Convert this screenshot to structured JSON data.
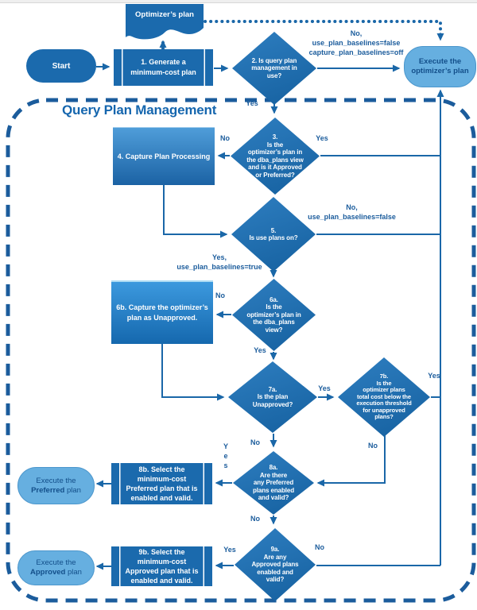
{
  "title": "Query Plan Management",
  "colors": {
    "shape_dark_blue": "#1b6aad",
    "shape_gradient_top": "#4f9dd9",
    "shape_gradient_bottom": "#15609f",
    "light_oval_fill": "#66afe0",
    "light_oval_text": "#134f8a",
    "connector": "#1a67a8",
    "label_text": "#1b5c9c",
    "title_text": "#1566ae"
  },
  "nodes": {
    "optimizers_plan": {
      "lines": [
        [
          "Optimizer’s plan"
        ]
      ]
    },
    "start": {
      "lines": [
        [
          "Start"
        ]
      ]
    },
    "n1": {
      "lines": [
        [
          "1. Generate a"
        ],
        [
          "minimum-cost plan"
        ]
      ]
    },
    "n2": {
      "lines": [
        [
          "2. Is query plan"
        ],
        [
          "management in"
        ],
        [
          "use?"
        ]
      ]
    },
    "exec_optimizer": {
      "lines": [
        [
          {
            "t": "Execute the",
            "b": true
          }
        ],
        [
          {
            "t": "optimizer’s plan",
            "b": true
          }
        ]
      ]
    },
    "n3": {
      "lines": [
        [
          "3."
        ],
        [
          "Is the"
        ],
        [
          "optimizer’s plan in"
        ],
        [
          "the ",
          {
            "t": "dba_plans",
            "b": true
          },
          " view"
        ],
        [
          "and is it ",
          {
            "t": "Approved",
            "b": true
          }
        ],
        [
          "or ",
          {
            "t": "Preferred?",
            "b": true
          }
        ]
      ]
    },
    "n4": {
      "lines": [
        [
          "4. Capture Plan Processing"
        ]
      ]
    },
    "n5": {
      "lines": [
        [
          "5."
        ],
        [
          "Is use plans on?"
        ]
      ]
    },
    "n6a": {
      "lines": [
        [
          "6a."
        ],
        [
          "Is the"
        ],
        [
          "optimizer’s plan in"
        ],
        [
          "the ",
          {
            "t": "dba_plans",
            "b": true
          }
        ],
        [
          "view?"
        ]
      ]
    },
    "n6b": {
      "lines": [
        [
          "6b. Capture the optimizer’s"
        ],
        [
          "plan as ",
          {
            "t": "Unapproved.",
            "b": true
          }
        ]
      ]
    },
    "n7a": {
      "lines": [
        [
          "7a."
        ],
        [
          "Is the plan"
        ],
        [
          {
            "t": "Unapproved?",
            "b": true
          }
        ]
      ]
    },
    "n7b": {
      "lines": [
        [
          "7b."
        ],
        [
          "Is the"
        ],
        [
          "optimizer plans"
        ],
        [
          "total cost below the"
        ],
        [
          "execution threshold"
        ],
        [
          "for unapproved"
        ],
        [
          "plans?"
        ]
      ]
    },
    "n8a": {
      "lines": [
        [
          "8a."
        ],
        [
          "Are there"
        ],
        [
          "any ",
          {
            "t": "Preferred",
            "b": true
          }
        ],
        [
          "plans enabled"
        ],
        [
          "and valid?"
        ]
      ]
    },
    "n8b": {
      "lines": [
        [
          "8b. Select the"
        ],
        [
          "minimum-cost"
        ],
        [
          {
            "t": "Preferred",
            "b": true
          },
          " plan that is"
        ],
        [
          "enabled and valid."
        ]
      ]
    },
    "exec_preferred": {
      "lines": [
        [
          "Execute the"
        ],
        [
          {
            "t": "Preferred",
            "b": true
          },
          " plan"
        ]
      ]
    },
    "n9a": {
      "lines": [
        [
          "9a."
        ],
        [
          "Are any"
        ],
        [
          {
            "t": "Approved",
            "b": true
          },
          " plans"
        ],
        [
          "enabled and"
        ],
        [
          "valid?"
        ]
      ]
    },
    "n9b": {
      "lines": [
        [
          "9b. Select the"
        ],
        [
          "minimum-cost"
        ],
        [
          {
            "t": "Approved",
            "b": true
          },
          " plan that is"
        ],
        [
          "enabled and valid."
        ]
      ]
    },
    "exec_approved": {
      "lines": [
        [
          "Execute the"
        ],
        [
          {
            "t": "Approved",
            "b": true
          },
          " plan"
        ]
      ]
    }
  },
  "labels": {
    "no_2": {
      "lines": [
        [
          "No,"
        ],
        [
          "use_plan_baselines=false"
        ],
        [
          "capture_plan_baselines=off"
        ]
      ]
    },
    "yes_2": {
      "lines": [
        [
          "Yes"
        ]
      ]
    },
    "no_3": {
      "lines": [
        [
          "No"
        ]
      ]
    },
    "yes_3": {
      "lines": [
        [
          "Yes"
        ]
      ]
    },
    "no_5": {
      "lines": [
        [
          "No,"
        ],
        [
          "use_plan_baselines=false"
        ]
      ]
    },
    "yes_5": {
      "lines": [
        [
          "Yes,"
        ],
        [
          "use_plan_baselines=true"
        ]
      ]
    },
    "no_6a": {
      "lines": [
        [
          "No"
        ]
      ]
    },
    "yes_6a": {
      "lines": [
        [
          "Yes"
        ]
      ]
    },
    "yes_7a": {
      "lines": [
        [
          "Yes"
        ]
      ]
    },
    "no_7a": {
      "lines": [
        [
          "No"
        ]
      ]
    },
    "yes_7b": {
      "lines": [
        [
          "Yes"
        ]
      ]
    },
    "no_7b": {
      "lines": [
        [
          "No"
        ]
      ]
    },
    "yes_8a": {
      "lines": [
        [
          "Y"
        ],
        [
          "e"
        ],
        [
          "s"
        ]
      ]
    },
    "no_8a": {
      "lines": [
        [
          "No"
        ]
      ]
    },
    "yes_9a": {
      "lines": [
        [
          "Yes"
        ]
      ]
    },
    "no_9a": {
      "lines": [
        [
          "No"
        ]
      ]
    }
  }
}
